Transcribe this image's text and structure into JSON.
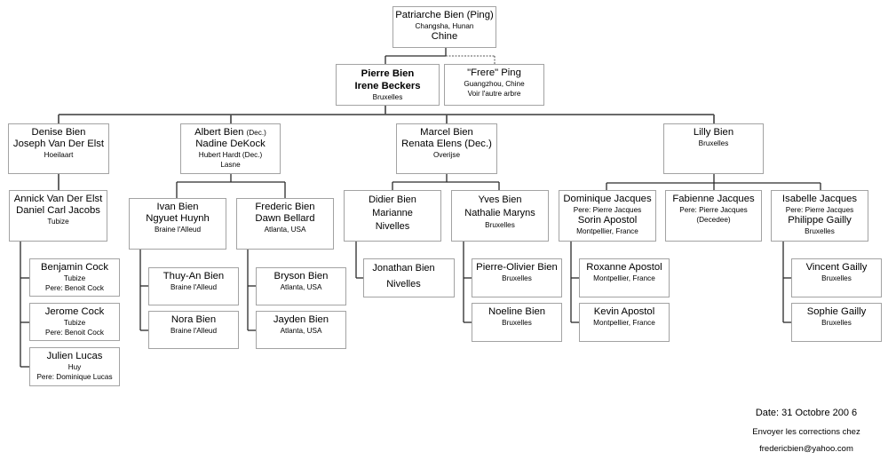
{
  "nodes": {
    "patriarche": [
      "Patriarche Bien (Ping)",
      "Changsha, Hunan",
      "Chine"
    ],
    "pierre": [
      "Pierre Bien",
      "Irene Beckers",
      "Bruxelles"
    ],
    "frere": [
      "\"Frere\" Ping",
      "Guangzhou, Chine",
      "Voir l'autre arbre"
    ],
    "denise": [
      "Denise Bien",
      "Joseph Van Der Elst",
      "Hoeilaart"
    ],
    "albert": [
      "Albert Bien",
      "(Dec.)",
      "Nadine DeKock",
      "Hubert Hardt (Dec.)",
      "Lasne"
    ],
    "marcel": [
      "Marcel Bien",
      "Renata Elens (Dec.)",
      "Overijse"
    ],
    "lilly": [
      "Lilly Bien",
      "Bruxelles"
    ],
    "annick": [
      "Annick Van Der Elst",
      "Daniel Carl Jacobs",
      "Tubize"
    ],
    "ivan": [
      "Ivan Bien",
      "Ngyuet Huynh",
      "Braine l'Alleud"
    ],
    "frederic": [
      "Frederic Bien",
      "Dawn Bellard",
      "Atlanta, USA"
    ],
    "didier": [
      "Didier Bien",
      "Marianne",
      "Nivelles"
    ],
    "yves": [
      "Yves Bien",
      "Nathalie Maryns",
      "Bruxelles"
    ],
    "dominique": [
      "Dominique Jacques",
      "Pere: Pierre Jacques",
      "Sorin Apostol",
      "Montpellier, France"
    ],
    "fabienne": [
      "Fabienne Jacques",
      "Pere: Pierre Jacques",
      "(Decedee)"
    ],
    "isabelle": [
      "Isabelle Jacques",
      "Pere: Pierre Jacques",
      "Philippe Gailly",
      "Bruxelles"
    ],
    "benjamin": [
      "Benjamin Cock",
      "Tubize",
      "Pere: Benoit Cock"
    ],
    "jerome": [
      "Jerome Cock",
      "Tubize",
      "Pere: Benoit Cock"
    ],
    "julien": [
      "Julien Lucas",
      "Huy",
      "Pere: Dominique Lucas"
    ],
    "thuyan": [
      "Thuy-An Bien",
      "Braine l'Alleud"
    ],
    "nora": [
      "Nora Bien",
      "Braine l'Alleud"
    ],
    "bryson": [
      "Bryson Bien",
      "Atlanta, USA"
    ],
    "jayden": [
      "Jayden Bien",
      "Atlanta, USA"
    ],
    "jonathan": [
      "Jonathan Bien",
      "Nivelles"
    ],
    "pierreolivier": [
      "Pierre-Olivier Bien",
      "Bruxelles"
    ],
    "noeline": [
      "Noeline Bien",
      "Bruxelles"
    ],
    "roxanne": [
      "Roxanne Apostol",
      "Montpellier, France"
    ],
    "kevin": [
      "Kevin Apostol",
      "Montpellier, France"
    ],
    "vincent": [
      "Vincent Gailly",
      "Bruxelles"
    ],
    "sophie": [
      "Sophie Gailly",
      "Bruxelles"
    ]
  },
  "footer": {
    "date": "Date: 31 Octobre 200 6",
    "corrections": "Envoyer les corrections chez",
    "email": "fredericbien@yahoo.com"
  }
}
